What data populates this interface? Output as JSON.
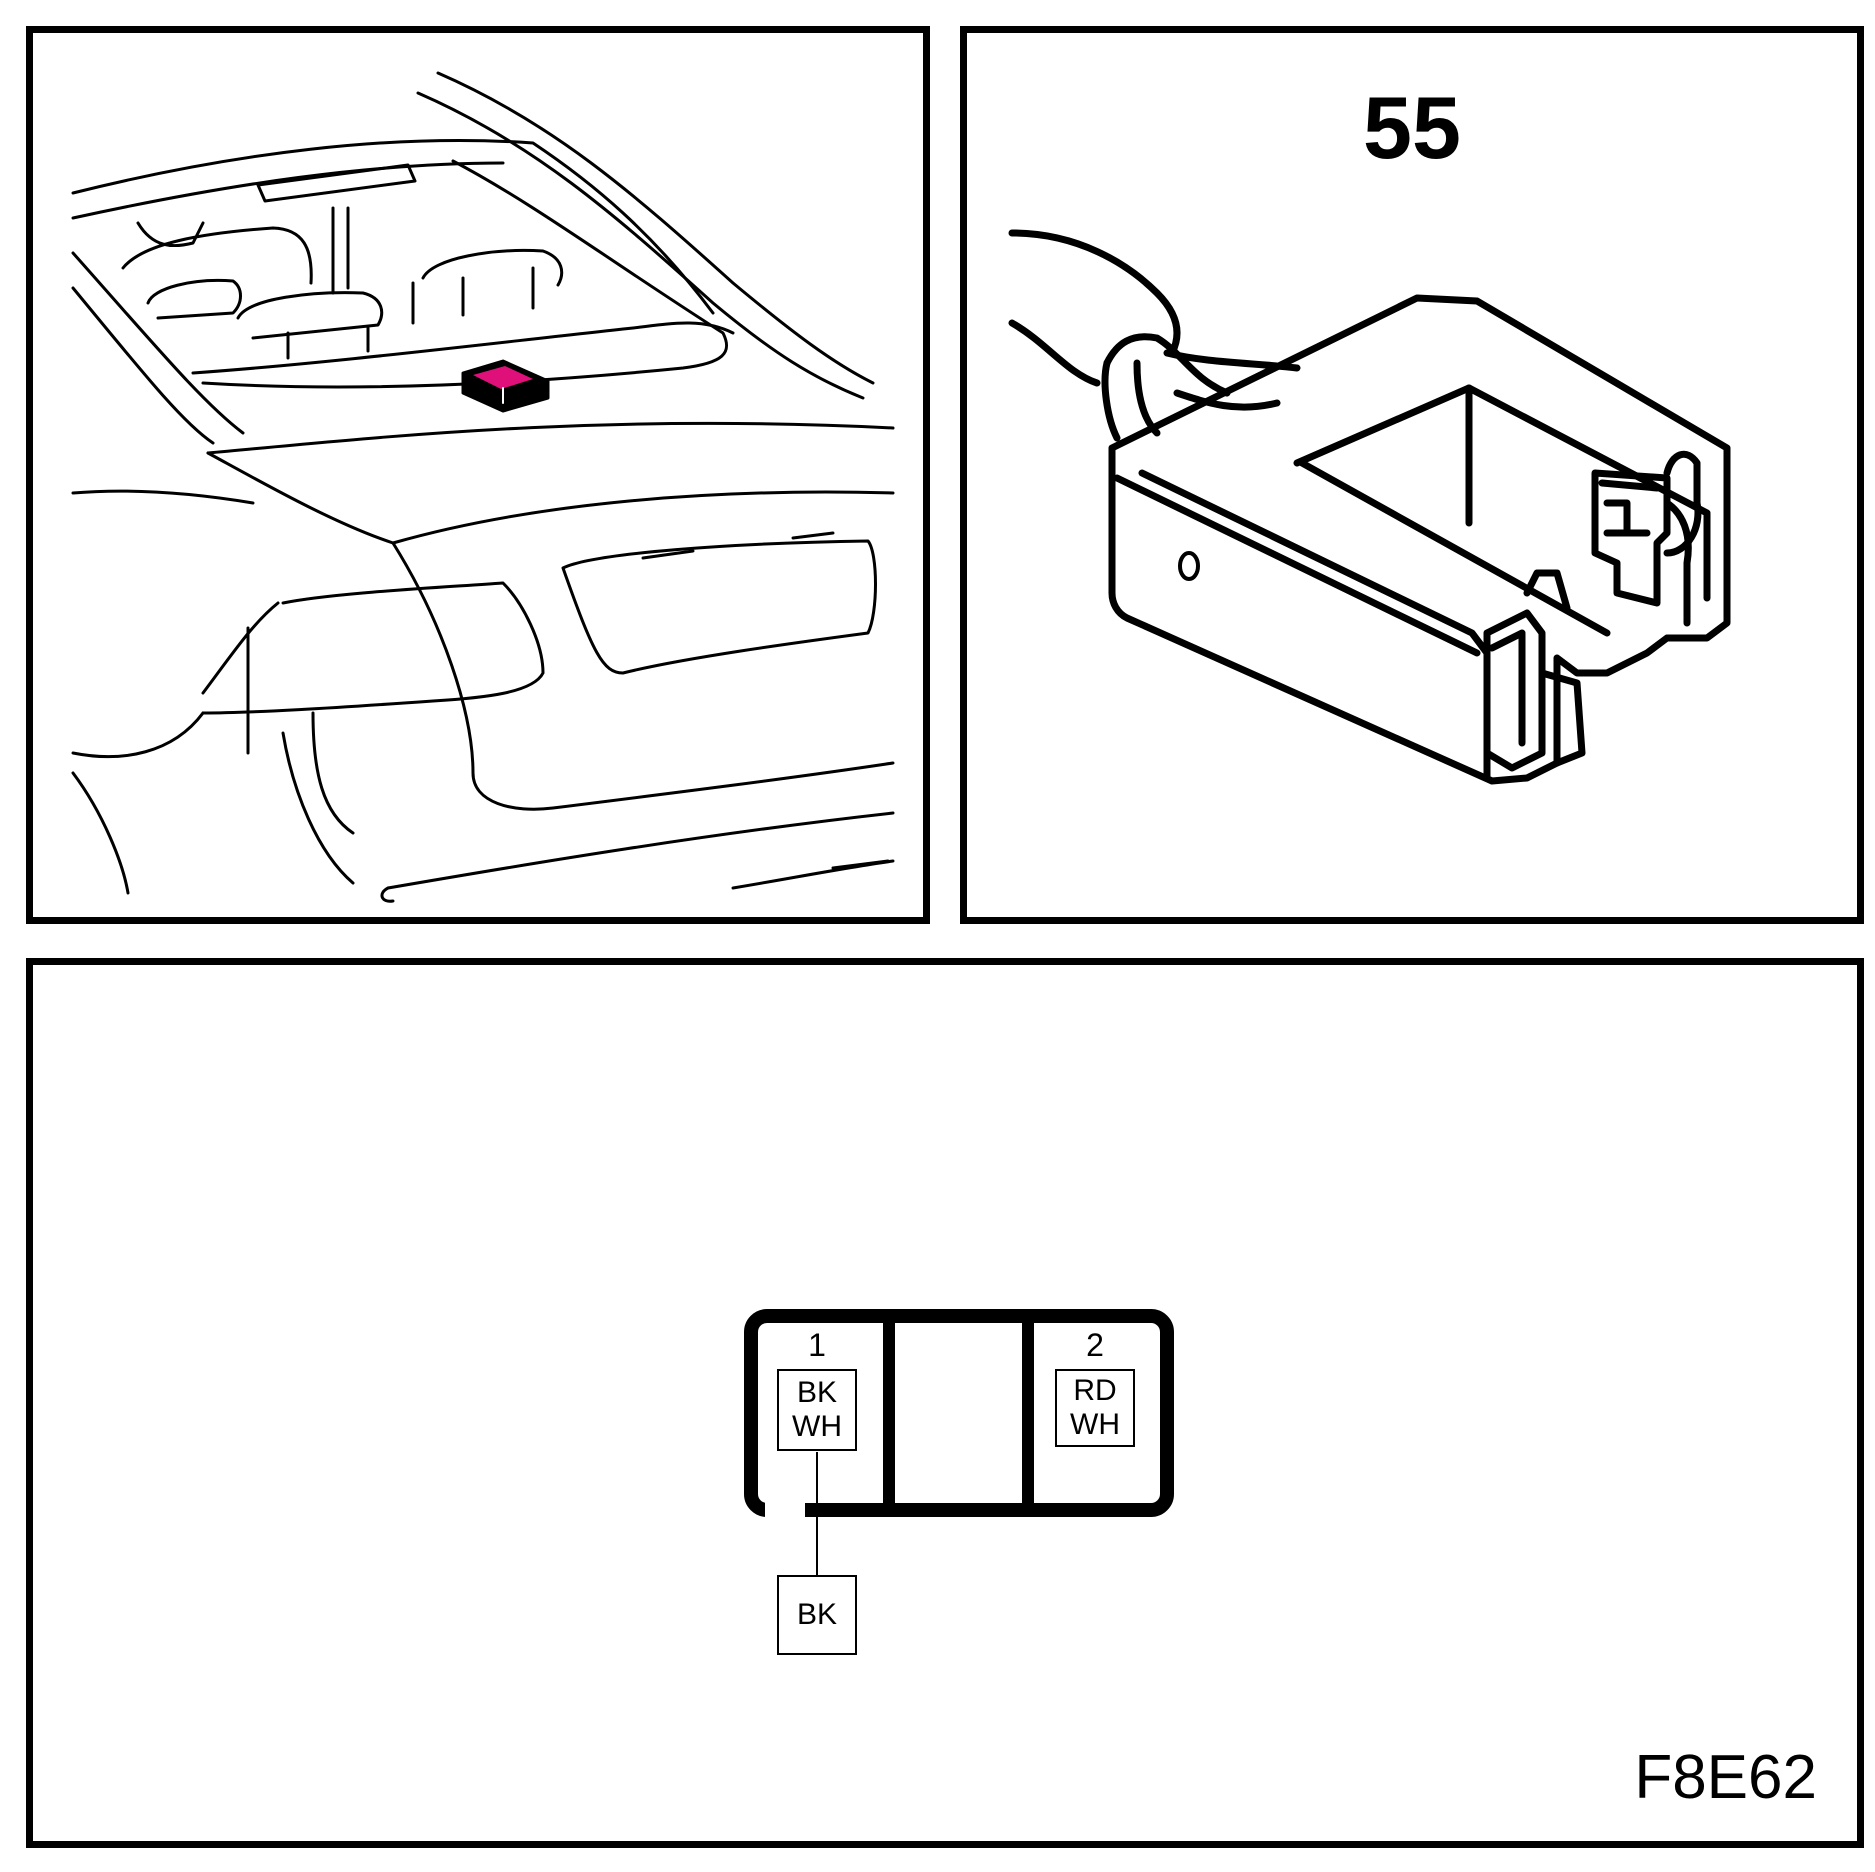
{
  "connector": {
    "number": "55",
    "highlight_color": "#e0107a"
  },
  "pinout": {
    "pins": [
      {
        "number": "1",
        "color_line1": "BK",
        "color_line2": "WH",
        "ground_wire": "BK"
      },
      {
        "number": "2",
        "color_line1": "RD",
        "color_line2": "WH"
      }
    ]
  },
  "figure_code": "F8E62"
}
